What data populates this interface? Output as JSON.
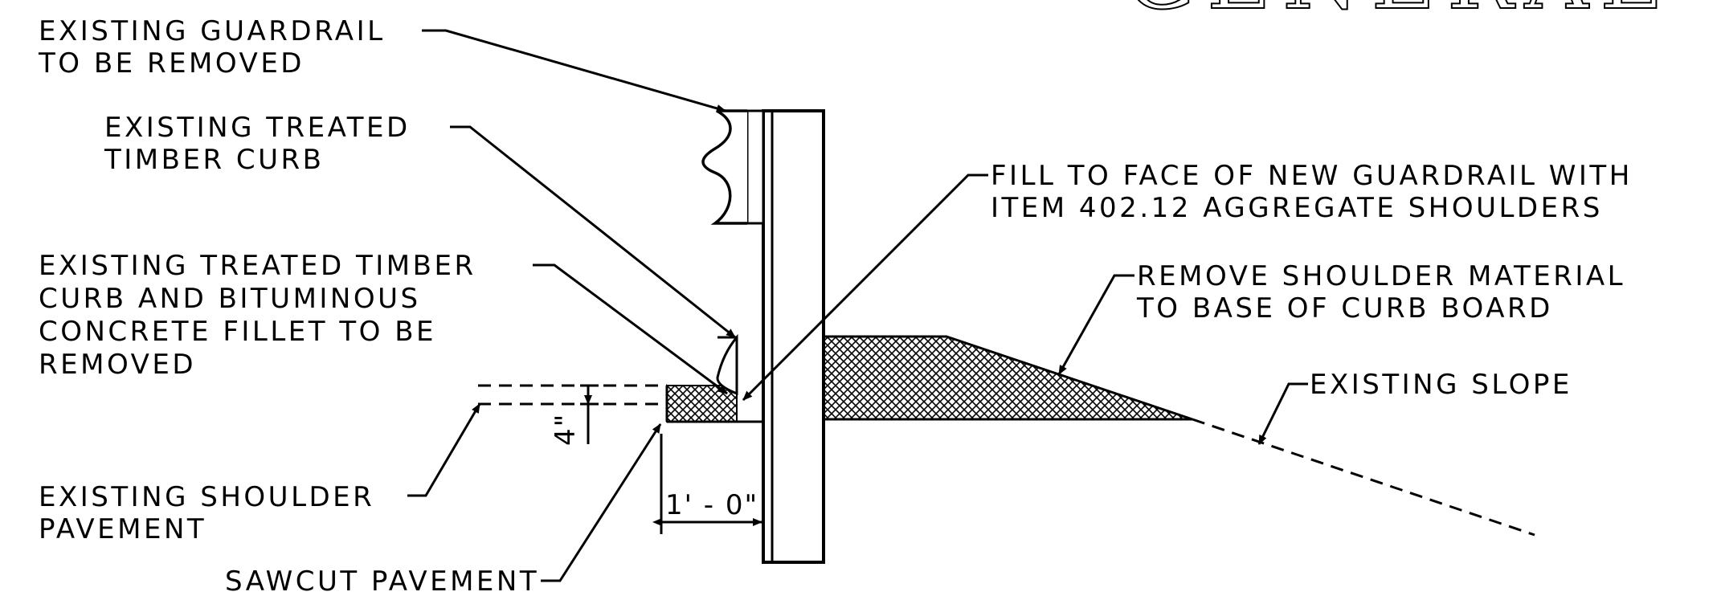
{
  "title_fragment": "GENERAL",
  "labels": {
    "guardrail_removed": [
      "EXISTING GUARDRAIL",
      "TO BE REMOVED"
    ],
    "timber_curb": [
      "EXISTING TREATED",
      "TIMBER CURB"
    ],
    "fill_to_face": [
      "FILL TO FACE OF NEW GUARDRAIL WITH",
      "ITEM 402.12 AGGREGATE SHOULDERS"
    ],
    "curb_and_fillet": [
      "EXISTING TREATED TIMBER",
      "CURB AND BITUMINOUS",
      "CONCRETE FILLET TO BE",
      "REMOVED"
    ],
    "remove_shoulder": [
      "REMOVE SHOULDER MATERIAL",
      "TO BASE OF CURB BOARD"
    ],
    "existing_slope": "EXISTING SLOPE",
    "shoulder_pavement": [
      "EXISTING SHOULDER",
      "PAVEMENT"
    ],
    "sawcut": "SAWCUT PAVEMENT"
  },
  "dimensions": {
    "depth": "4\"",
    "offset": "1' - 0\""
  }
}
